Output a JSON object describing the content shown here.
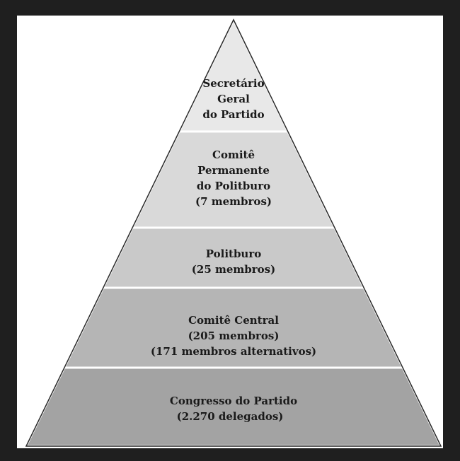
{
  "pyramid": {
    "tiers": [
      {
        "lines": [
          "Secretário",
          "Geral",
          "do Partido"
        ],
        "fill": "#e8e8e8"
      },
      {
        "lines": [
          "Comitê",
          "Permanente",
          "do Politburo",
          "(7 membros)"
        ],
        "fill": "#d9d9d9"
      },
      {
        "lines": [
          "Politburo",
          "(25 membros)"
        ],
        "fill": "#c9c9c9"
      },
      {
        "lines": [
          "Comitê Central",
          "(205 membros)",
          "(171 membros alternativos)"
        ],
        "fill": "#b5b5b5"
      },
      {
        "lines": [
          "Congresso do Partido",
          "(2.270 delegados)"
        ],
        "fill": "#a3a3a3"
      }
    ]
  }
}
